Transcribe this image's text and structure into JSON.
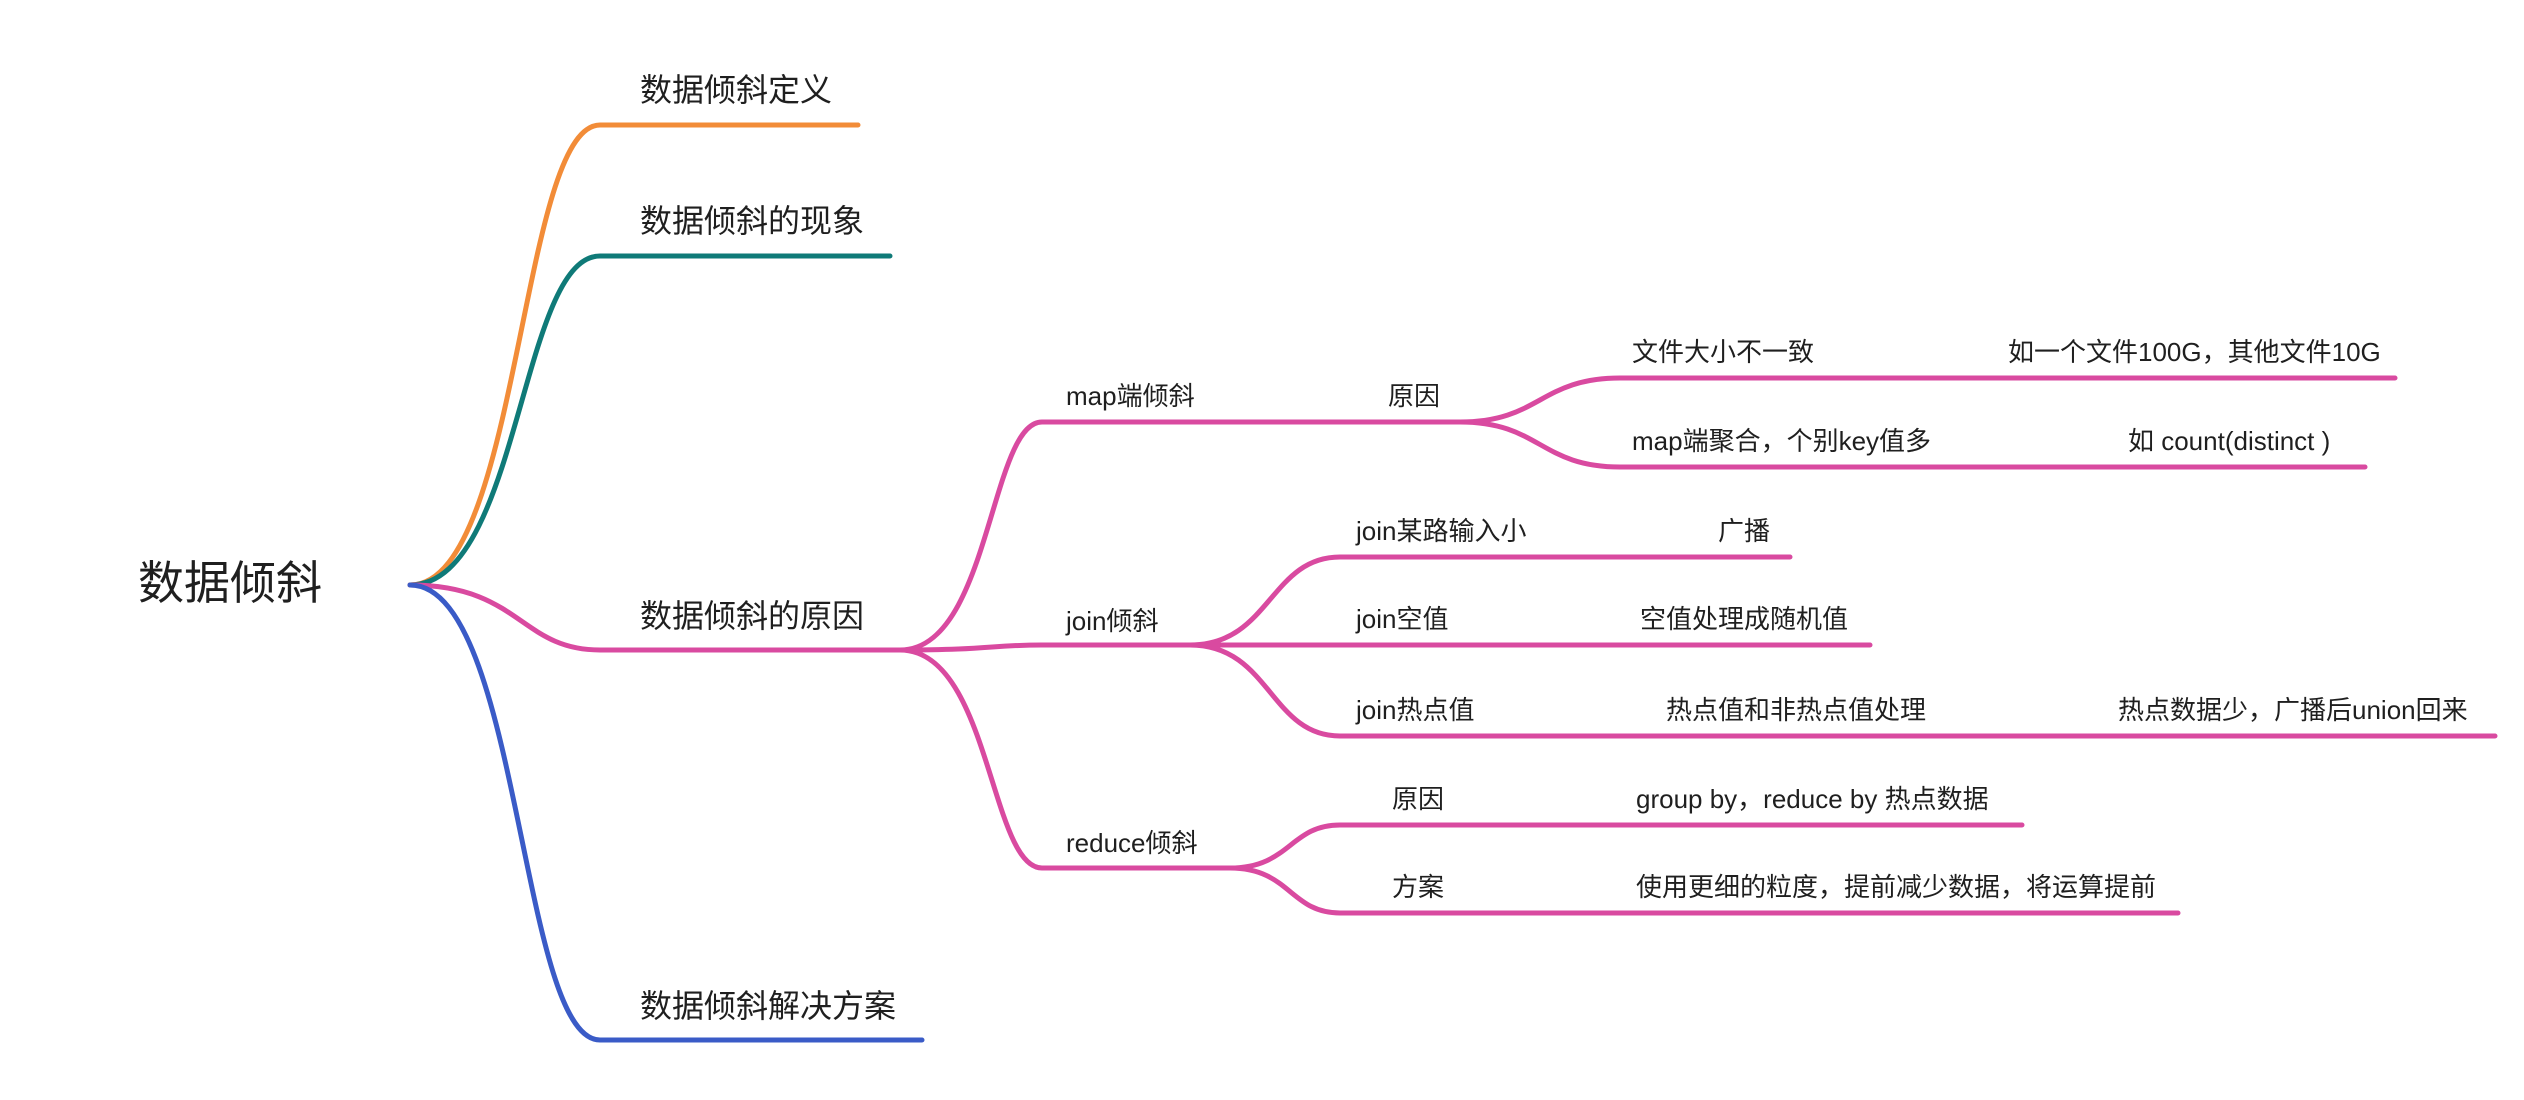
{
  "colors": {
    "definition": "#f28c38",
    "phenomenon": "#0f7a78",
    "causes": "#d94aa0",
    "solutions": "#3a5bc7",
    "text": "#1f1f1f"
  },
  "root": {
    "label": "数据倾斜"
  },
  "branches": {
    "definition": {
      "label": "数据倾斜定义"
    },
    "phenomenon": {
      "label": "数据倾斜的现象"
    },
    "causes": {
      "label": "数据倾斜的原因",
      "map_skew": {
        "label": "map端倾斜",
        "reason": {
          "label": "原因",
          "file_size": {
            "label": "文件大小不一致",
            "example": "如一个文件100G，其他文件10G"
          },
          "map_agg": {
            "label": "map端聚合，个别key值多",
            "example": "如 count(distinct )"
          }
        }
      },
      "join_skew": {
        "label": "join倾斜",
        "small_input": {
          "label": "join某路输入小",
          "solution": "广播"
        },
        "null_value": {
          "label": "join空值",
          "solution": "空值处理成随机值"
        },
        "hot_value": {
          "label": "join热点值",
          "solution": "热点值和非热点值处理",
          "detail": "热点数据少，广播后union回来"
        }
      },
      "reduce_skew": {
        "label": "reduce倾斜",
        "reason": {
          "label": "原因",
          "detail": "group by，reduce by 热点数据"
        },
        "plan": {
          "label": "方案",
          "detail": "使用更细的粒度，提前减少数据，将运算提前"
        }
      }
    },
    "solutions": {
      "label": "数据倾斜解决方案"
    }
  }
}
